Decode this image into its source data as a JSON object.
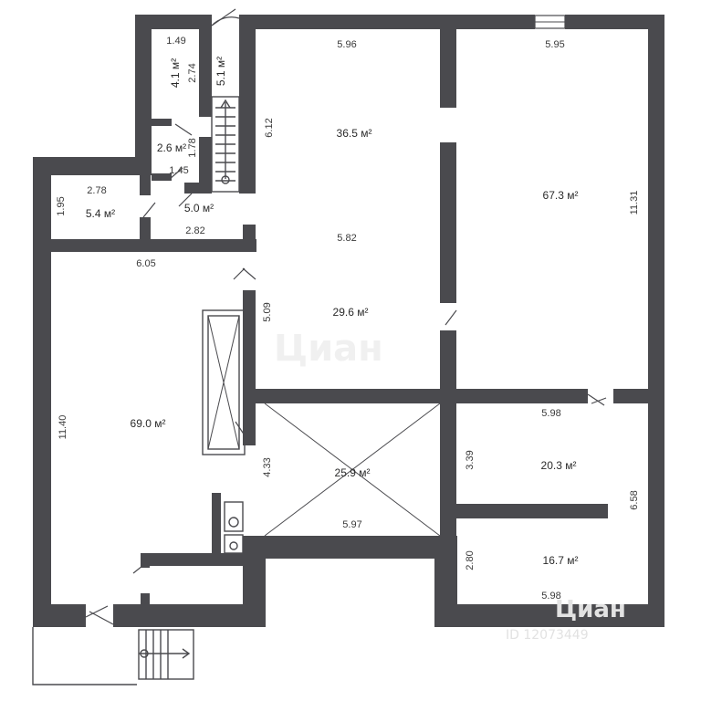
{
  "areas": {
    "a4_1": "4.1 м²",
    "a5_1": "5.1 м²",
    "a2_6": "2.6 м²",
    "a5_4": "5.4 м²",
    "a5_0": "5.0 м²",
    "a36_5": "36.5 м²",
    "a67_3": "67.3 м²",
    "a29_6": "29.6 м²",
    "a69_0": "69.0 м²",
    "a25_9": "25.9 м²",
    "a20_3": "20.3 м²",
    "a16_7": "16.7 м²"
  },
  "dims": {
    "d1_49": "1.49",
    "d2_74": "2.74",
    "d5_96": "5.96",
    "d5_95": "5.95",
    "d6_12": "6.12",
    "d1_78": "1.78",
    "d1_45": "1.45",
    "d2_78": "2.78",
    "d1_95": "1.95",
    "d2_82": "2.82",
    "d5_82": "5.82",
    "d11_31": "11.31",
    "d6_05": "6.05",
    "d5_09": "5.09",
    "d11_40": "11.40",
    "d5_98_top": "5.98",
    "d4_33": "4.33",
    "d3_39": "3.39",
    "d6_58": "6.58",
    "d5_97": "5.97",
    "d2_80": "2.80",
    "d5_98_bottom": "5.98"
  },
  "watermark": {
    "brand": "Циан",
    "id": "ID 12073449"
  }
}
